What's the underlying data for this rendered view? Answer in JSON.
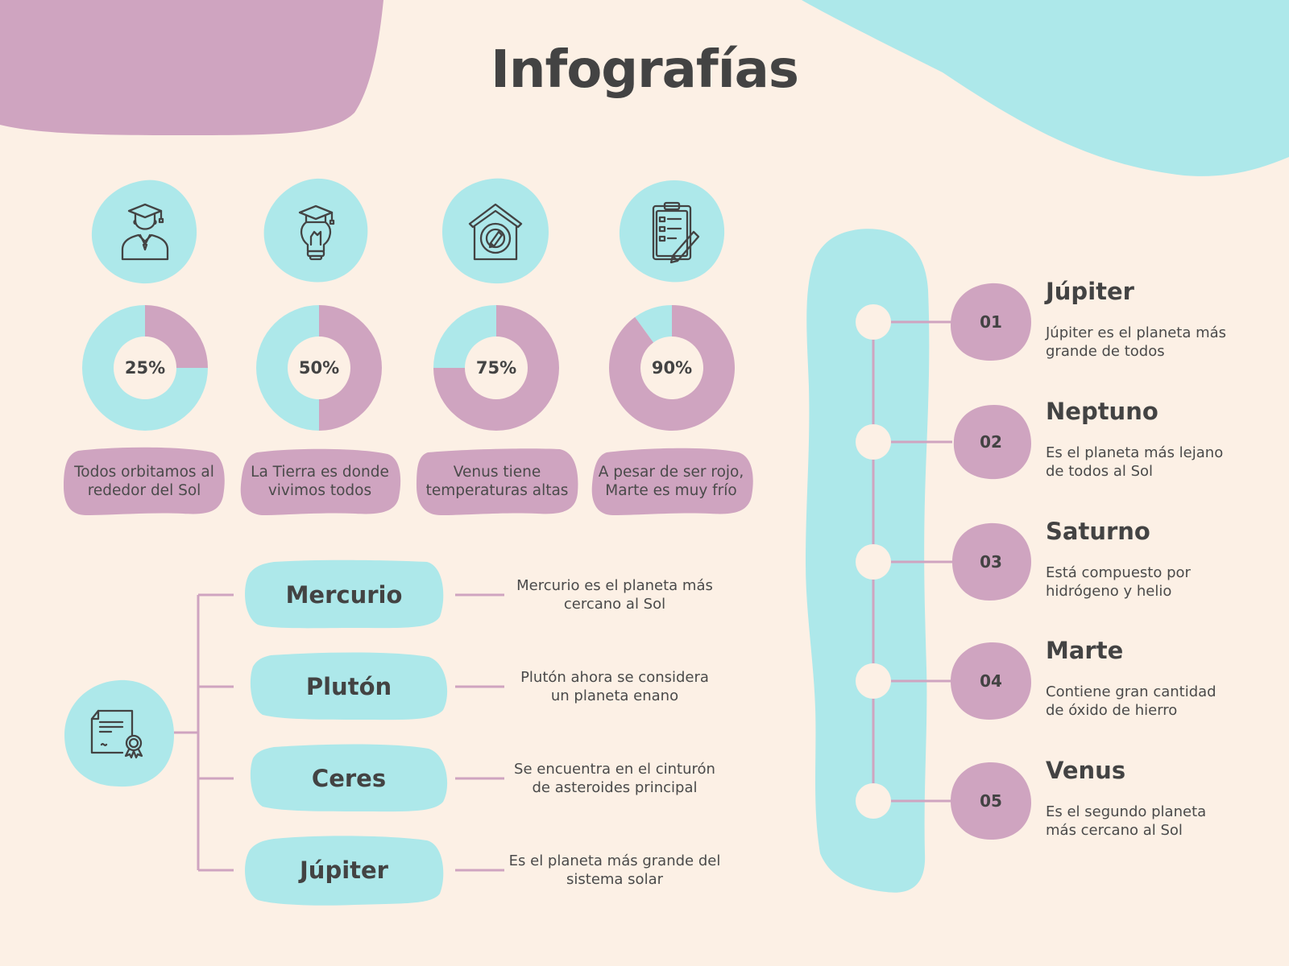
{
  "title": "Infografías",
  "colors": {
    "background": "#fcf0e5",
    "cyan": "#ade8ea",
    "mauve": "#cfa4c0",
    "text": "#434343"
  },
  "stats": [
    {
      "icon": "graduate-icon",
      "value": 25,
      "label": "25%",
      "caption": [
        "Todos orbitamos al",
        "rededor del Sol"
      ]
    },
    {
      "icon": "lightbulb-graduation-icon",
      "value": 50,
      "label": "50%",
      "caption": [
        "La Tierra es donde",
        "vivimos todos"
      ]
    },
    {
      "icon": "house-gear-icon",
      "value": 75,
      "label": "75%",
      "caption": [
        "Venus tiene",
        "temperaturas altas"
      ]
    },
    {
      "icon": "clipboard-checklist-icon",
      "value": 90,
      "label": "90%",
      "caption": [
        "A pesar de ser rojo,",
        "Marte es muy frío"
      ]
    }
  ],
  "tree": {
    "root_icon": "certificate-icon",
    "items": [
      {
        "name": "Mercurio",
        "desc": [
          "Mercurio es el planeta más",
          "cercano al Sol"
        ]
      },
      {
        "name": "Plutón",
        "desc": [
          "Plutón ahora se considera",
          "un planeta enano"
        ]
      },
      {
        "name": "Ceres",
        "desc": [
          "Se encuentra en el cinturón",
          "de asteroides principal"
        ]
      },
      {
        "name": "Júpiter",
        "desc": [
          "Es el planeta más grande del",
          "sistema solar"
        ]
      }
    ]
  },
  "timeline": [
    {
      "num": "01",
      "title": "Júpiter",
      "desc": [
        "Júpiter es el planeta más",
        "grande de todos"
      ]
    },
    {
      "num": "02",
      "title": "Neptuno",
      "desc": [
        "Es el planeta más lejano",
        "de todos al Sol"
      ]
    },
    {
      "num": "03",
      "title": "Saturno",
      "desc": [
        "Está compuesto por",
        "hidrógeno y helio"
      ]
    },
    {
      "num": "04",
      "title": "Marte",
      "desc": [
        "Contiene gran cantidad",
        "de óxido de hierro"
      ]
    },
    {
      "num": "05",
      "title": "Venus",
      "desc": [
        "Es el segundo planeta",
        "más cercano al Sol"
      ]
    }
  ],
  "chart_data": {
    "type": "pie",
    "title": "",
    "categories": [
      "Todos orbitamos al rededor del Sol",
      "La Tierra es donde vivimos todos",
      "Venus tiene temperaturas altas",
      "A pesar de ser rojo, Marte es muy frío"
    ],
    "values": [
      25,
      50,
      75,
      90
    ],
    "unit": "%"
  }
}
